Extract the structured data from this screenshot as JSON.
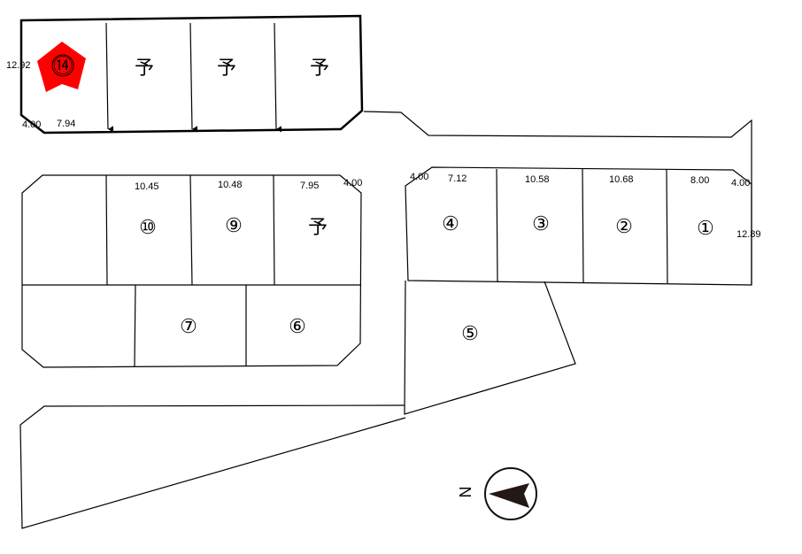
{
  "highlight_color": "#ff0000",
  "top_block": {
    "lot_14": "⑭",
    "reserved": [
      "予",
      "予",
      "予"
    ],
    "dims": {
      "side": "12.92",
      "corner": "4.00",
      "front": "7.94"
    }
  },
  "middle_block": {
    "lots": {
      "lot_10": "⑩",
      "lot_9": "⑨",
      "reserved": "予",
      "lot_7": "⑦",
      "lot_6": "⑥"
    },
    "dims": [
      "10.45",
      "10.48",
      "7.95",
      "4.00"
    ]
  },
  "right_block": {
    "lots": {
      "lot_4": "④",
      "lot_3": "③",
      "lot_2": "②",
      "lot_1": "①",
      "lot_5": "⑤"
    },
    "dims": {
      "corner_left": "4.00",
      "lot_4": "7.12",
      "lot_3": "10.58",
      "lot_2": "10.68",
      "lot_1": "8.00",
      "corner_right": "4.00",
      "side": "12.89"
    }
  },
  "compass": {
    "label": "N"
  }
}
